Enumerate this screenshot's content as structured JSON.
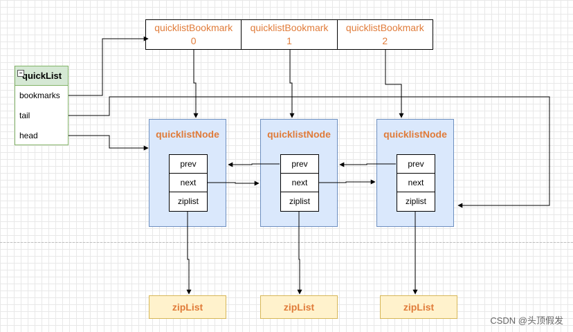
{
  "bookmarks": [
    {
      "name": "quicklistBookmark",
      "index": "0"
    },
    {
      "name": "quicklistBookmark",
      "index": "1"
    },
    {
      "name": "quicklistBookmark",
      "index": "2"
    }
  ],
  "quicklist": {
    "title": "quickList",
    "fields": [
      "bookmarks",
      "tail",
      "head"
    ]
  },
  "nodes": [
    {
      "title": "quicklistNode",
      "fields": [
        "prev",
        "next",
        "ziplist"
      ]
    },
    {
      "title": "quicklistNode",
      "fields": [
        "prev",
        "next",
        "ziplist"
      ]
    },
    {
      "title": "quicklistNode",
      "fields": [
        "prev",
        "next",
        "ziplist"
      ]
    }
  ],
  "ziplists": [
    "zipList",
    "zipList",
    "zipList"
  ],
  "watermark": "CSDN @头顶假发",
  "colors": {
    "accent_text": "#e07b39",
    "node_fill": "#dae8fc",
    "node_border": "#6c8ebf",
    "ziplist_fill": "#fff2cc",
    "ziplist_border": "#d6b656",
    "quicklist_header": "#d5e8d4",
    "quicklist_border": "#82b366"
  }
}
